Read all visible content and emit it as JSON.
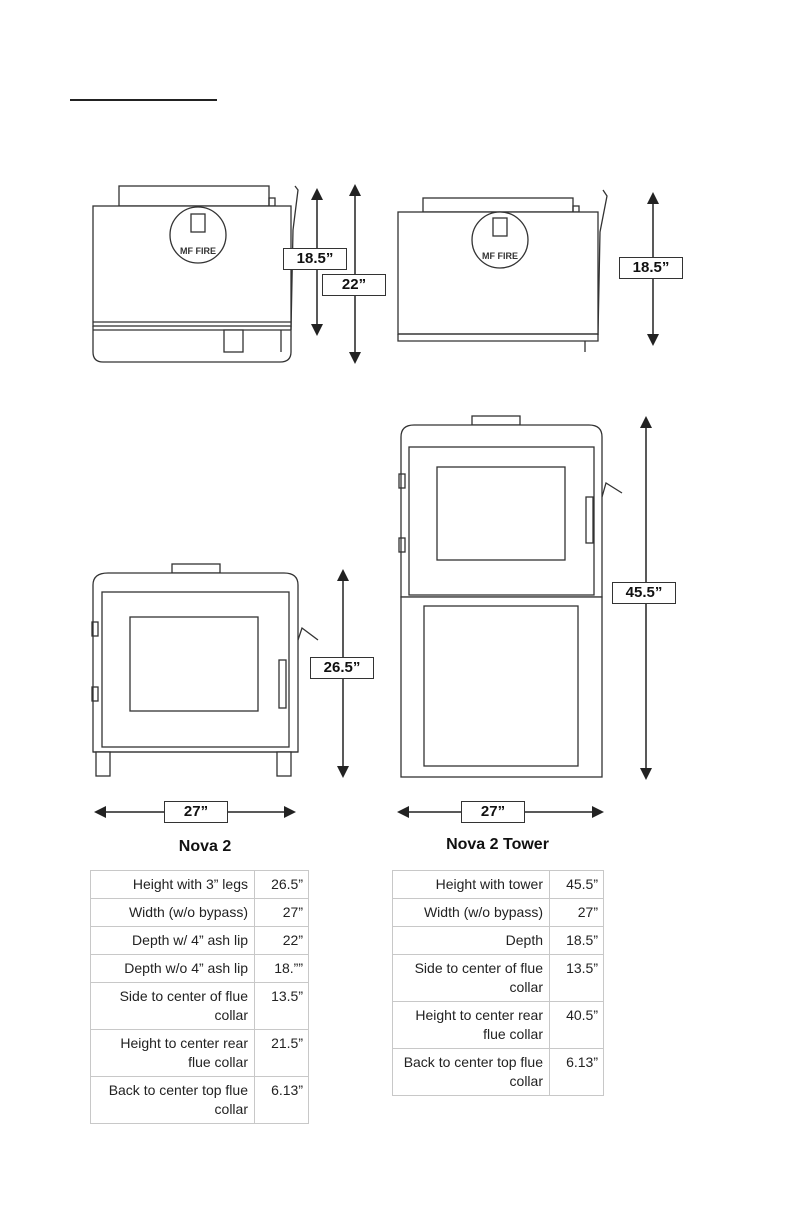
{
  "dimensions": {
    "side_nova2_height": "18.5”",
    "side_nova2_depth": "22”",
    "side_tower_height": "18.5”",
    "front_nova2_height": "26.5”",
    "front_tower_height": "45.5”",
    "front_nova2_width": "27”",
    "front_tower_width": "27”"
  },
  "logo": {
    "text": "MF FIRE"
  },
  "models": [
    {
      "title": "Nova 2",
      "rows": [
        {
          "label": "Height with 3” legs",
          "value": "26.5”"
        },
        {
          "label": "Width (w/o bypass)",
          "value": "27”"
        },
        {
          "label": "Depth w/ 4” ash lip",
          "value": "22”"
        },
        {
          "label": "Depth w/o 4” ash lip",
          "value": "18.””"
        },
        {
          "label": "Side to center of flue collar",
          "value": "13.5”"
        },
        {
          "label": "Height to center rear flue collar",
          "value": "21.5”"
        },
        {
          "label": "Back to center top flue collar",
          "value": "6.13”"
        }
      ]
    },
    {
      "title": "Nova 2 Tower",
      "rows": [
        {
          "label": "Height with tower",
          "value": "45.5”"
        },
        {
          "label": "Width (w/o bypass)",
          "value": "27”"
        },
        {
          "label": "Depth",
          "value": "18.5”"
        },
        {
          "label": "Side to center of flue collar",
          "value": "13.5”"
        },
        {
          "label": "Height to center rear flue collar",
          "value": "40.5”"
        },
        {
          "label": "Back to center top flue collar",
          "value": "6.13”"
        }
      ]
    }
  ]
}
